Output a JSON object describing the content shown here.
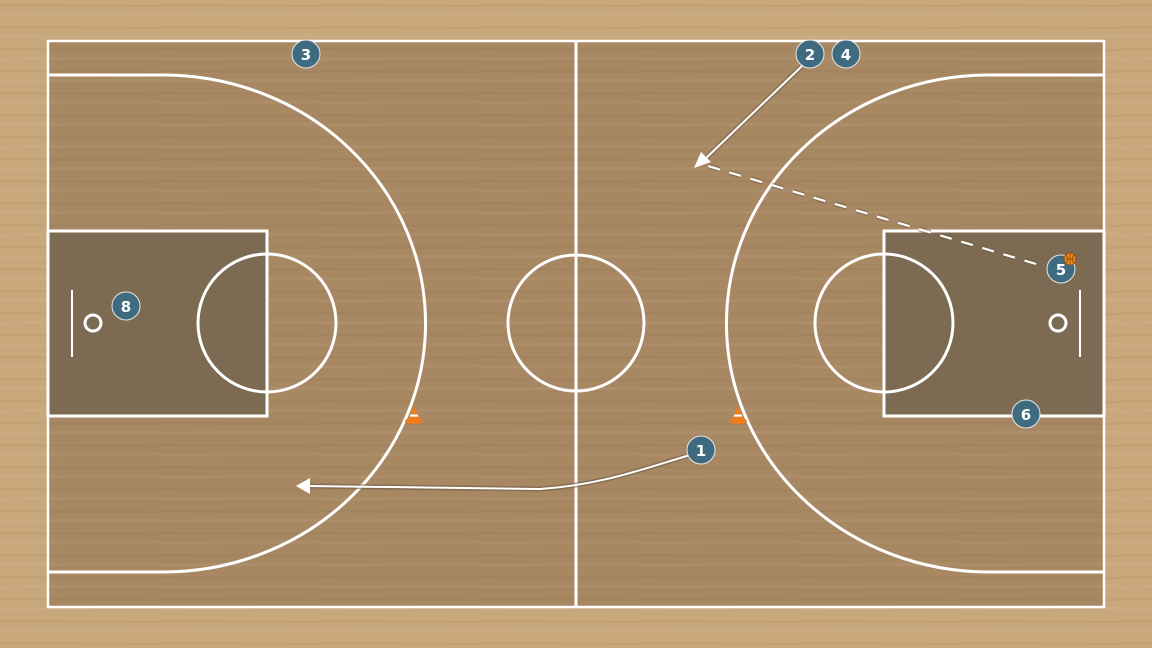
{
  "court": {
    "surface_color": "#a88863",
    "floor_color": "#c8a77a",
    "paint_color": "#7c6a52",
    "line_color": "#ffffff"
  },
  "player_color": "#3f6b80",
  "cone_color": "#f07d1c",
  "ball_color": "#f08a1a",
  "players": [
    {
      "label": "1",
      "role": "offense"
    },
    {
      "label": "2",
      "role": "offense"
    },
    {
      "label": "3",
      "role": "offense"
    },
    {
      "label": "4",
      "role": "offense"
    },
    {
      "label": "5",
      "role": "offense",
      "has_ball": true
    },
    {
      "label": "6",
      "role": "offense"
    },
    {
      "label": "8",
      "role": "offense"
    }
  ],
  "actions": [
    {
      "type": "dribble",
      "from_player": "1"
    },
    {
      "type": "cut",
      "from_player": "2"
    },
    {
      "type": "pass",
      "from_player": "5"
    }
  ],
  "cones": 2
}
